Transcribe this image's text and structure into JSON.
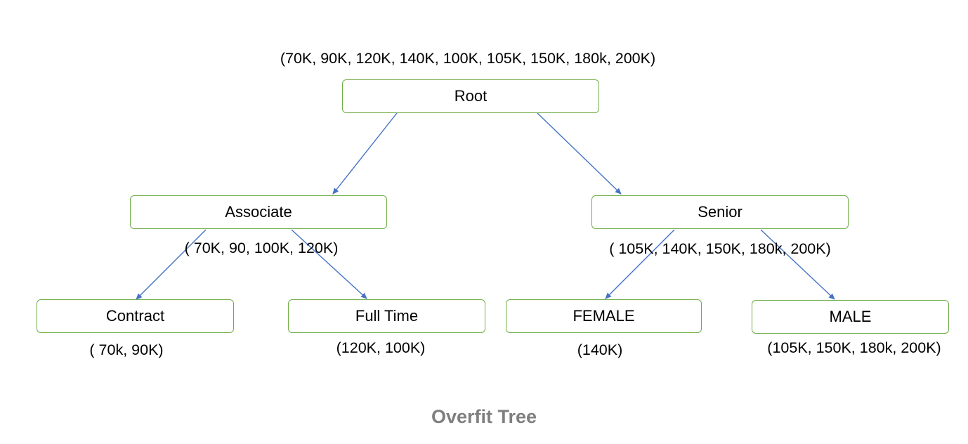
{
  "tree": {
    "caption": "Overfit Tree",
    "edge_color": "#4472c4",
    "node_border_color": "#70ad47",
    "nodes": {
      "root": {
        "label": "Root",
        "set": "(70K, 90K, 120K, 140K, 100K, 105K, 150K, 180k, 200K)"
      },
      "associate": {
        "label": "Associate",
        "set": "( 70K, 90, 100K, 120K)"
      },
      "senior": {
        "label": "Senior",
        "set": "( 105K, 140K, 150K, 180k, 200K)"
      },
      "contract": {
        "label": "Contract",
        "set": "( 70k, 90K)"
      },
      "fulltime": {
        "label": "Full Time",
        "set": "(120K, 100K)"
      },
      "female": {
        "label": "FEMALE",
        "set": "(140K)"
      },
      "male": {
        "label": "MALE",
        "set": "(105K, 150K, 180k, 200K)"
      }
    },
    "edges": [
      {
        "from": "root",
        "to": "associate"
      },
      {
        "from": "root",
        "to": "senior"
      },
      {
        "from": "associate",
        "to": "contract"
      },
      {
        "from": "associate",
        "to": "fulltime"
      },
      {
        "from": "senior",
        "to": "female"
      },
      {
        "from": "senior",
        "to": "male"
      }
    ]
  }
}
